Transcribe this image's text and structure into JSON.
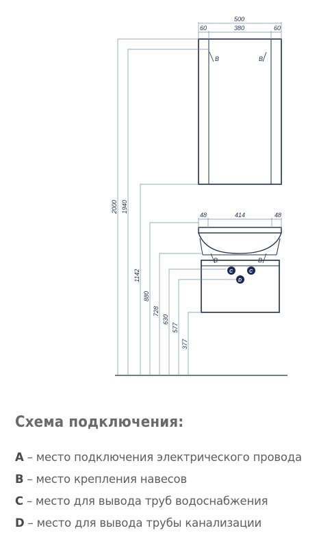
{
  "drawing": {
    "colors": {
      "line": "#1f2d4a",
      "thin": "#7d8ca7",
      "marker": "#1b2a55"
    },
    "mirror": {
      "width": "500",
      "side_left": "60",
      "center": "380",
      "side_right": "60",
      "hinge_label": "B"
    },
    "basin": {
      "side_left": "48",
      "center": "414",
      "side_right": "48",
      "hinge_label": "B"
    },
    "markers": {
      "c": "C",
      "d": "D"
    },
    "heights": {
      "h2000": "2000",
      "h1940": "1940",
      "h1142": "1142",
      "h880": "880",
      "h728": "728",
      "h630": "630",
      "h577": "577",
      "h377": "377"
    }
  },
  "scheme": {
    "title": "Схема подключения:",
    "legend": [
      {
        "key": "A",
        "text": " – место подключения электрического провода"
      },
      {
        "key": "B",
        "text": " – место крепления навесов"
      },
      {
        "key": "C",
        "text": " – место для вывода труб водоснабжения"
      },
      {
        "key": "D",
        "text": " –  место для вывода трубы канализации"
      }
    ]
  }
}
